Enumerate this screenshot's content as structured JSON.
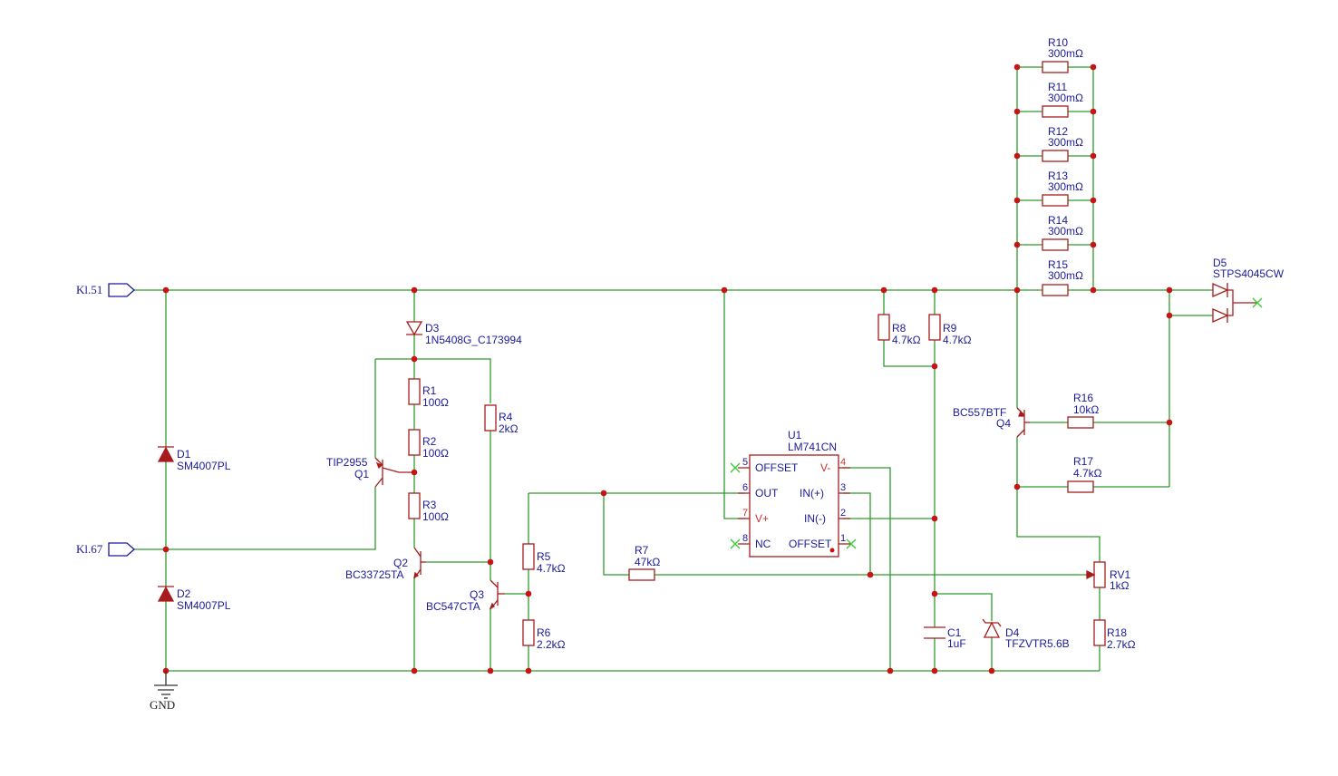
{
  "net_labels": {
    "kl51": "Kl.51",
    "kl67": "Kl.67",
    "gnd": "GND"
  },
  "components": {
    "D1": {
      "ref": "D1",
      "value": "SM4007PL"
    },
    "D2": {
      "ref": "D2",
      "value": "SM4007PL"
    },
    "D3": {
      "ref": "D3",
      "value": "1N5408G_C173994"
    },
    "D4": {
      "ref": "D4",
      "value": "TFZVTR5.6B"
    },
    "D5": {
      "ref": "D5",
      "value": "STPS4045CW"
    },
    "Q1": {
      "ref": "Q1",
      "value": "TIP2955"
    },
    "Q2": {
      "ref": "Q2",
      "value": "BC33725TA"
    },
    "Q3": {
      "ref": "Q3",
      "value": "BC547CTA"
    },
    "Q4": {
      "ref": "Q4",
      "value": "BC557BTF"
    },
    "R1": {
      "ref": "R1",
      "value": "100Ω"
    },
    "R2": {
      "ref": "R2",
      "value": "100Ω"
    },
    "R3": {
      "ref": "R3",
      "value": "100Ω"
    },
    "R4": {
      "ref": "R4",
      "value": "2kΩ"
    },
    "R5": {
      "ref": "R5",
      "value": "4.7kΩ"
    },
    "R6": {
      "ref": "R6",
      "value": "2.2kΩ"
    },
    "R7": {
      "ref": "R7",
      "value": "47kΩ"
    },
    "R8": {
      "ref": "R8",
      "value": "4.7kΩ"
    },
    "R9": {
      "ref": "R9",
      "value": "4.7kΩ"
    },
    "R10": {
      "ref": "R10",
      "value": "300mΩ"
    },
    "R11": {
      "ref": "R11",
      "value": "300mΩ"
    },
    "R12": {
      "ref": "R12",
      "value": "300mΩ"
    },
    "R13": {
      "ref": "R13",
      "value": "300mΩ"
    },
    "R14": {
      "ref": "R14",
      "value": "300mΩ"
    },
    "R15": {
      "ref": "R15",
      "value": "300mΩ"
    },
    "R16": {
      "ref": "R16",
      "value": "10kΩ"
    },
    "R17": {
      "ref": "R17",
      "value": "4.7kΩ"
    },
    "R18": {
      "ref": "R18",
      "value": "2.7kΩ"
    },
    "RV1": {
      "ref": "RV1",
      "value": "1kΩ"
    },
    "C1": {
      "ref": "C1",
      "value": "1uF"
    },
    "U1": {
      "ref": "U1",
      "value": "LM741CN"
    }
  },
  "u1_pins": {
    "p1": "1",
    "p2": "2",
    "p3": "3",
    "p4": "4",
    "p5": "5",
    "p6": "6",
    "p7": "7",
    "p8": "8",
    "offset_l": "OFFSET",
    "out": "OUT",
    "vplus": "V+",
    "nc": "NC",
    "vminus": "V-",
    "inp": "IN(+)",
    "inn": "IN(-)",
    "offset_r": "OFFSET"
  },
  "colors": {
    "wire": "#2e9a2e",
    "component": "#a61c1c",
    "junction": "#c81414",
    "text": "#1a1a9c",
    "no_connect": "#33cc33"
  }
}
